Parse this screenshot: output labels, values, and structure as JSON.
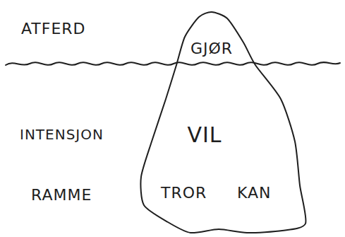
{
  "diagram": {
    "nodes": [
      {
        "text": [
          "GJØR",
          "VIL",
          "TROR",
          "KAN"
        ]
      }
    ],
    "labels": [
      "ATFERD",
      "INTENSJON",
      "RAMME"
    ]
  }
}
